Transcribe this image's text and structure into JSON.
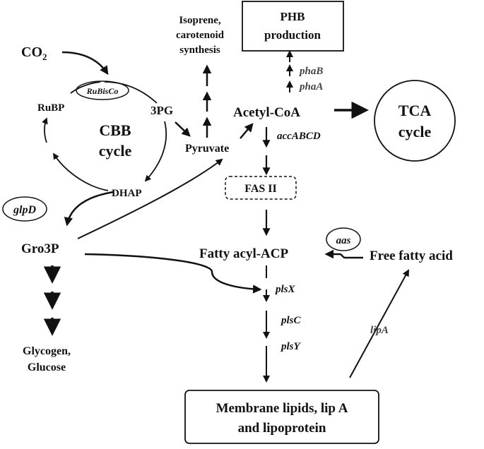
{
  "nodes": {
    "co2": "CO",
    "co2_sub": "2",
    "rubisco": "RuBisCo",
    "rubp": "RuBP",
    "pg3": "3PG",
    "cbb_line1": "CBB",
    "cbb_line2": "cycle",
    "dhap": "DHAP",
    "glpd": "glpD",
    "gro3p": "Gro3P",
    "glycogen_line1": "Glycogen,",
    "glycogen_line2": "Glucose",
    "pyruvate": "Pyruvate",
    "isoprene_line1": "Isoprene,",
    "isoprene_line2": "carotenoid",
    "isoprene_line3": "synthesis",
    "phb_line1": "PHB",
    "phb_line2": "production",
    "phab": "phaB",
    "phaa": "phaA",
    "acetyl_coa": "Acetyl-CoA",
    "tca_line1": "TCA",
    "tca_line2": "cycle",
    "accabcd": "accABCD",
    "fas2": "FAS II",
    "aas": "aas",
    "fatty_acyl_acp": "Fatty acyl-ACP",
    "free_fatty_acid": "Free fatty acid",
    "plsx": "plsX",
    "plsc": "plsC",
    "plsy": "plsY",
    "lipa": "lipA",
    "membrane_line1": "Membrane lipids, lip A",
    "membrane_line2": "and lipoprotein"
  }
}
